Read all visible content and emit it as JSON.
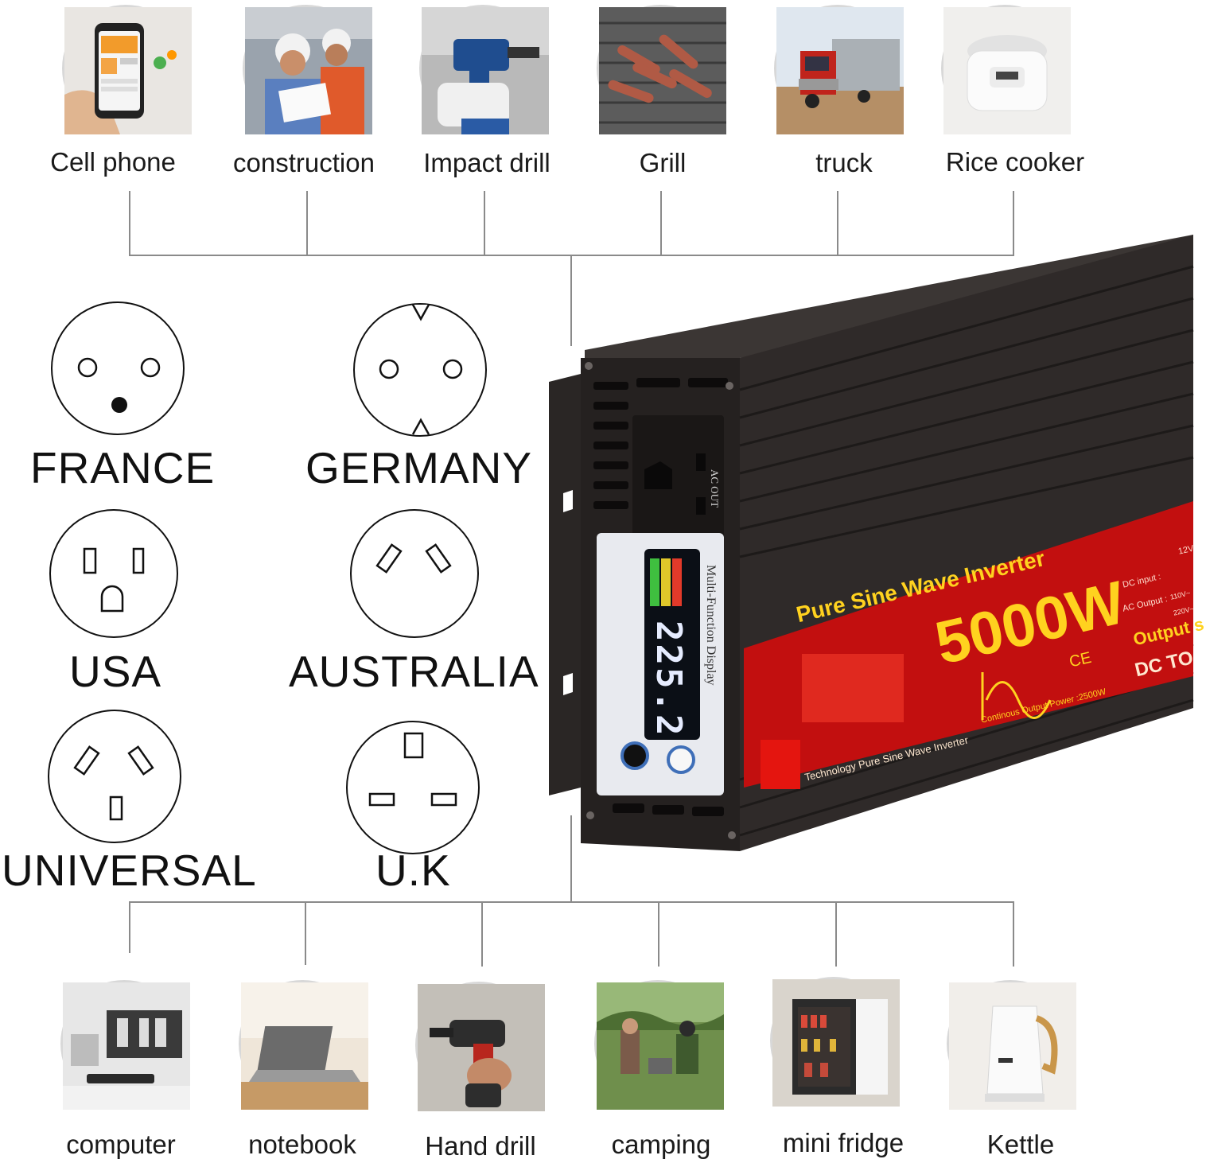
{
  "top_applications": [
    {
      "label": "Cell phone"
    },
    {
      "label": "construction"
    },
    {
      "label": "Impact drill"
    },
    {
      "label": "Grill"
    },
    {
      "label": "truck"
    },
    {
      "label": "Rice cooker"
    }
  ],
  "bottom_applications": [
    {
      "label": "computer"
    },
    {
      "label": "notebook"
    },
    {
      "label": "Hand drill"
    },
    {
      "label": "camping"
    },
    {
      "label": "mini fridge"
    },
    {
      "label": "Kettle"
    }
  ],
  "plugs": [
    {
      "country": "FRANCE"
    },
    {
      "country": "GERMANY"
    },
    {
      "country": "USA"
    },
    {
      "country": "AUSTRALIA"
    },
    {
      "country": "UNIVERSAL"
    },
    {
      "country": "U.K"
    }
  ],
  "inverter": {
    "ac_out_label": "AC OUT",
    "display_title": "Multi-Function Display",
    "display_reading": "225.2",
    "headline": "Pure Sine Wave Inverter",
    "power": "5000W",
    "continuous_power": "Continous Output Power :2500W",
    "technology_line": "Technology Pure Sine Wave Inverter",
    "dc_input_label": "DC input :",
    "dc_input_value": "12V",
    "ac_output_label": "AC Output :",
    "ac_output_value": "110V~",
    "ac_output_value2": "220V~",
    "output_label": "Output s",
    "dc_to": "DC TO",
    "ce_mark": "CE",
    "accent_red": "#c20f0f",
    "accent_yellow": "#ffd21f",
    "body_color": "#2f2a29"
  }
}
